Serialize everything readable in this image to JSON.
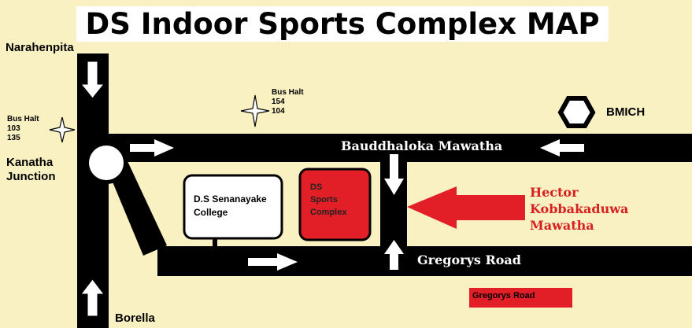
{
  "title": "DS Indoor Sports Complex MAP",
  "places": {
    "narahenpita": "Narahenpita",
    "borella": "Borella",
    "kanatha_junction": "Kanatha\nJunction",
    "bmich": "BMICH"
  },
  "bus_halts": {
    "left": {
      "label": "Bus Halt",
      "routes": [
        "103",
        "135"
      ]
    },
    "top": {
      "label": "Bus Halt",
      "routes": [
        "154",
        "104"
      ]
    }
  },
  "roads": {
    "bauddhaloka": "Bauddhaloka Mawatha",
    "gregorys": "Gregorys Road",
    "hector": "Hector\nKobbakaduwa\nMawatha"
  },
  "buildings": {
    "college": "D.S Senanayake\nCollege",
    "sports_complex": "DS\nSports\nComplex"
  },
  "legend_box": "Gregorys Road",
  "colors": {
    "background": "#faf1c3",
    "road": "#000000",
    "highlight_red": "#e21f26",
    "label_red": "#d62021"
  }
}
